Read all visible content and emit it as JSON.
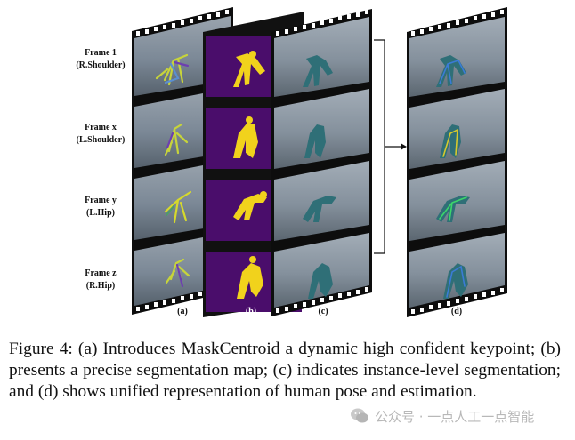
{
  "frame_labels": [
    {
      "line1": "Frame 1",
      "line2": "(R.Shoulder)"
    },
    {
      "line1": "Frame x",
      "line2": "(L.Shoulder)"
    },
    {
      "line1": "Frame y",
      "line2": "(L.Hip)"
    },
    {
      "line1": "Frame z",
      "line2": "(R.Hip)"
    }
  ],
  "panel_labels": {
    "a": "(a)",
    "b": "(b)",
    "c": "(c)",
    "d": "(d)"
  },
  "caption": "Figure 4: (a) Introduces MaskCentroid a dynamic high confident keypoint; (b) presents a precise segmentation map; (c) indicates instance-level segmentation; and (d) shows unified representation of human pose and estimation.",
  "watermark": "公众号 · 一点人工一点智能",
  "colors": {
    "mask_bg": "#4a0d6b",
    "mask_fg": "#f1d21c",
    "photo": "#7d8a9a"
  }
}
